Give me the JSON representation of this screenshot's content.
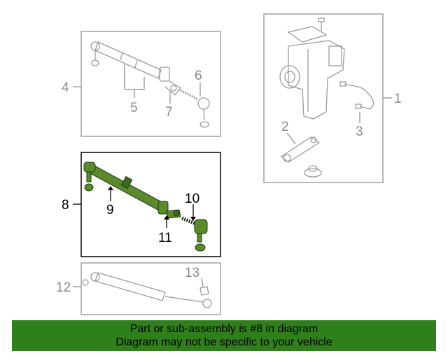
{
  "callouts": {
    "c1": "1",
    "c2": "2",
    "c3": "3",
    "c4": "4",
    "c5": "5",
    "c6": "6",
    "c7": "7",
    "c8": "8",
    "c9": "9",
    "c10": "10",
    "c11": "11",
    "c12": "12",
    "c13": "13"
  },
  "footer": {
    "line1": "Part or sub-assembly is #8 in diagram",
    "line2": "Diagram may not be specific to your vehicle"
  },
  "colors": {
    "highlight_green": "#5a8a2a",
    "footer_green": "#2f7f1b",
    "inactive_grey": "#8a8a8a"
  }
}
